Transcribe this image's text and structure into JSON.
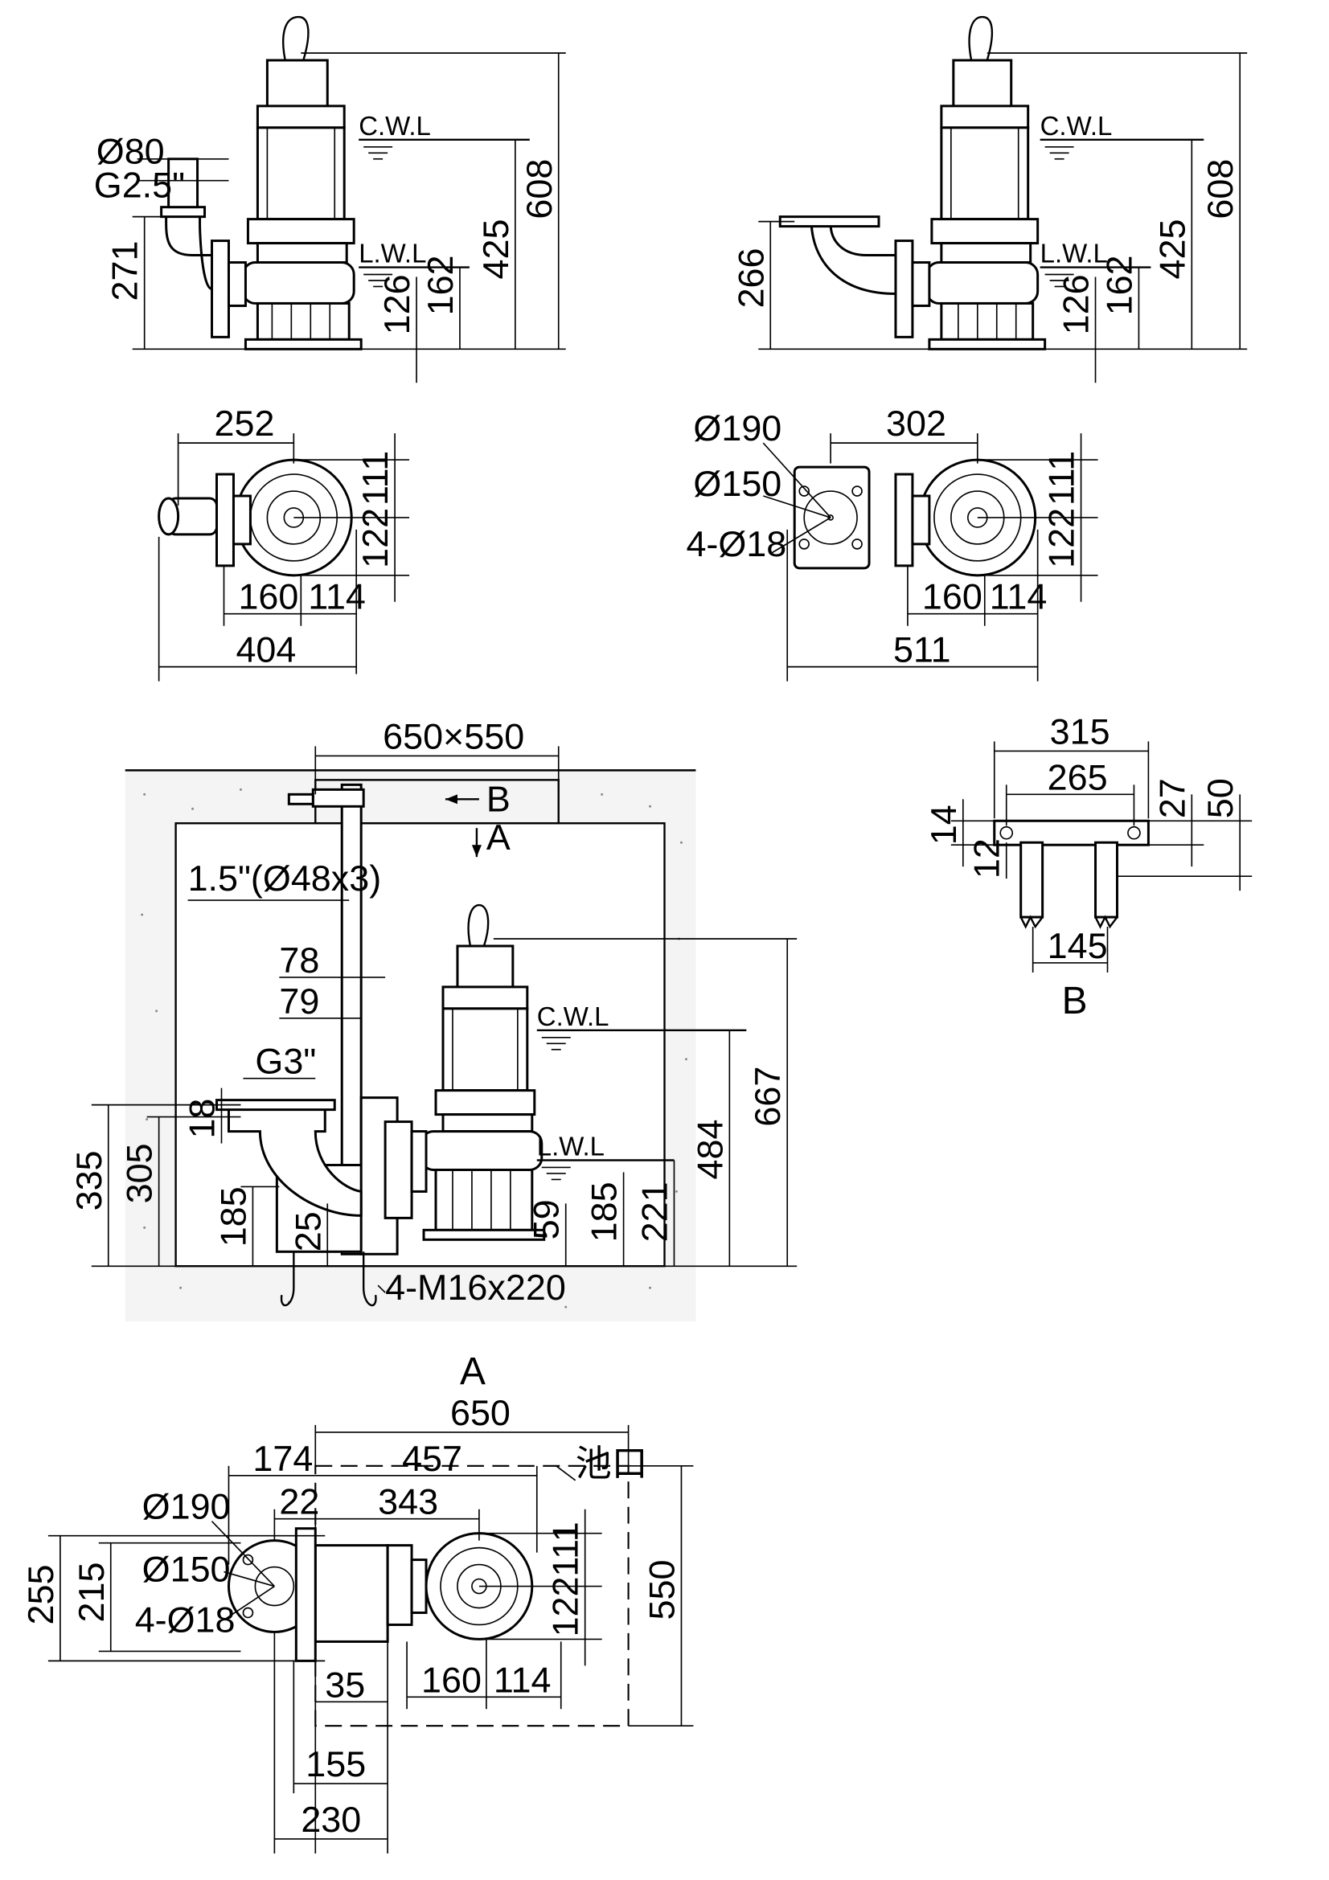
{
  "view1": {
    "pipe_dia": "Ø80",
    "thread": "G2.5\"",
    "cwl": "C.W.L",
    "lwl": "L.W.L",
    "d271": "271",
    "d126": "126",
    "d162": "162",
    "d425": "425",
    "d608": "608"
  },
  "view2": {
    "cwl": "C.W.L",
    "lwl": "L.W.L",
    "d266": "266",
    "d126": "126",
    "d162": "162",
    "d425": "425",
    "d608": "608"
  },
  "view3": {
    "d252": "252",
    "d111": "111",
    "d122": "122",
    "d160": "160",
    "d114": "114",
    "d404": "404"
  },
  "view4": {
    "d_outer": "Ø190",
    "d_pcd": "Ø150",
    "holes": "4-Ø18",
    "d302": "302",
    "d111": "111",
    "d122": "122",
    "d160": "160",
    "d114": "114",
    "d511": "511"
  },
  "install": {
    "pit": "650×550",
    "mark_b": "B",
    "mark_a": "A",
    "guide": "1.5\"(Ø48x3)",
    "d78": "78",
    "d79": "79",
    "thread": "G3\"",
    "d18": "18",
    "d335": "335",
    "d305": "305",
    "d185a": "185",
    "d25": "25",
    "bolts": "4-M16x220",
    "cwl": "C.W.L",
    "lwl": "L.W.L",
    "d59": "59",
    "d185b": "185",
    "d221": "221",
    "d484": "484",
    "d667": "667"
  },
  "detail_b": {
    "d315": "315",
    "d265": "265",
    "d27": "27",
    "d50": "50",
    "d14": "14",
    "d12": "12",
    "d145": "145",
    "title": "B"
  },
  "view_a": {
    "title": "A",
    "d650": "650",
    "d174": "174",
    "d457": "457",
    "pool": "池口",
    "d_outer": "Ø190",
    "d22": "22",
    "d343": "343",
    "d_pcd": "Ø150",
    "holes": "4-Ø18",
    "d255": "255",
    "d215": "215",
    "d111": "111",
    "d122": "122",
    "d550": "550",
    "d35": "35",
    "d160": "160",
    "d114": "114",
    "d155": "155",
    "d230": "230"
  }
}
